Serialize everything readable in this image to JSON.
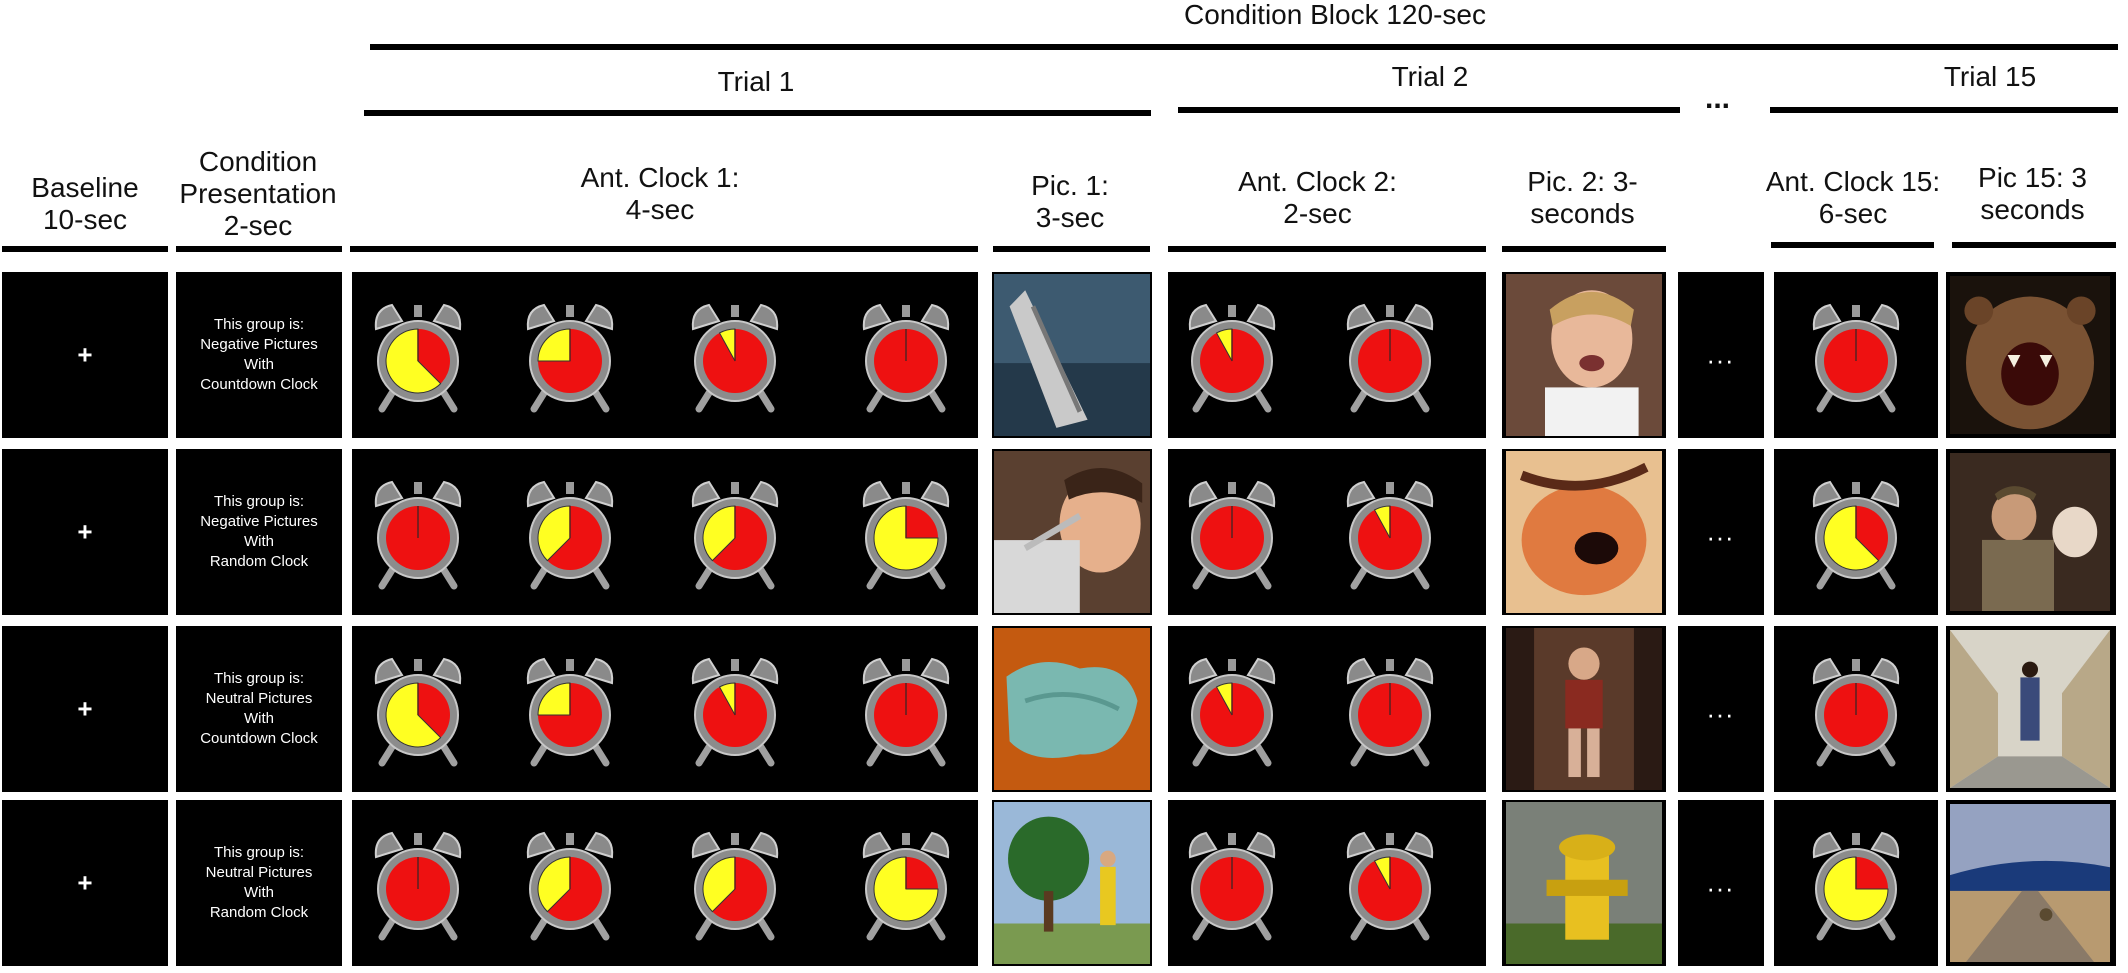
{
  "header": {
    "block_label": "Condition Block 120-sec",
    "trial1_label": "Trial 1",
    "trial2_label": "Trial 2",
    "ellipsis": "...",
    "trial15_label": "Trial 15"
  },
  "columns": {
    "baseline": "Baseline 10-sec",
    "condition": "Condition Presentation 2-sec",
    "ant_clock_1": "Ant. Clock 1: 4-sec",
    "pic_1": "Pic. 1: 3-sec",
    "ant_clock_2": "Ant. Clock 2: 2-sec",
    "pic_2": "Pic. 2: 3-seconds",
    "ant_clock_15": "Ant. Clock 15: 6-sec",
    "pic_15": "Pic 15: 3 seconds"
  },
  "rows": [
    {
      "fixation": "+",
      "condition_text": [
        "This group is:",
        "Negative Pictures",
        "With",
        "Countdown Clock"
      ],
      "trial1_clock_fractions": [
        0.625,
        0.25,
        0.08,
        0
      ],
      "trial2_clock_fractions": [
        0.08,
        0
      ],
      "trial15_clock_fractions": [
        0
      ],
      "gap_ellipsis": "..."
    },
    {
      "fixation": "+",
      "condition_text": [
        "This group is:",
        "Negative Pictures",
        "With",
        "Random Clock"
      ],
      "trial1_clock_fractions": [
        0,
        0.375,
        0.375,
        0.75
      ],
      "trial2_clock_fractions": [
        0,
        0.08
      ],
      "trial15_clock_fractions": [
        0.625
      ],
      "gap_ellipsis": "..."
    },
    {
      "fixation": "+",
      "condition_text": [
        "This group is:",
        "Neutral Pictures",
        "With",
        "Countdown Clock"
      ],
      "trial1_clock_fractions": [
        0.625,
        0.25,
        0.08,
        0
      ],
      "trial2_clock_fractions": [
        0.08,
        0
      ],
      "trial15_clock_fractions": [
        0
      ],
      "gap_ellipsis": "..."
    },
    {
      "fixation": "+",
      "condition_text": [
        "This group is:",
        "Neutral Pictures",
        "With",
        "Random Clock"
      ],
      "trial1_clock_fractions": [
        0,
        0.375,
        0.375,
        0.75
      ],
      "trial2_clock_fractions": [
        0,
        0.08
      ],
      "trial15_clock_fractions": [
        0.75
      ],
      "gap_ellipsis": "..."
    }
  ],
  "pictures": [
    [
      "sinking-ship",
      "crying-boy",
      "roaring-bear"
    ],
    [
      "child-injection",
      "wound-closeup",
      "wounded-soldiers"
    ],
    [
      "towel",
      "child-standing",
      "supermarket-aisle"
    ],
    [
      "tree-golfer",
      "fire-hydrant",
      "desert-road"
    ]
  ],
  "colors": {
    "clock_red": "#ee1111",
    "clock_yellow": "#ffff22",
    "clock_frame": "#8c8c8c",
    "panel_bg": "#000000"
  }
}
